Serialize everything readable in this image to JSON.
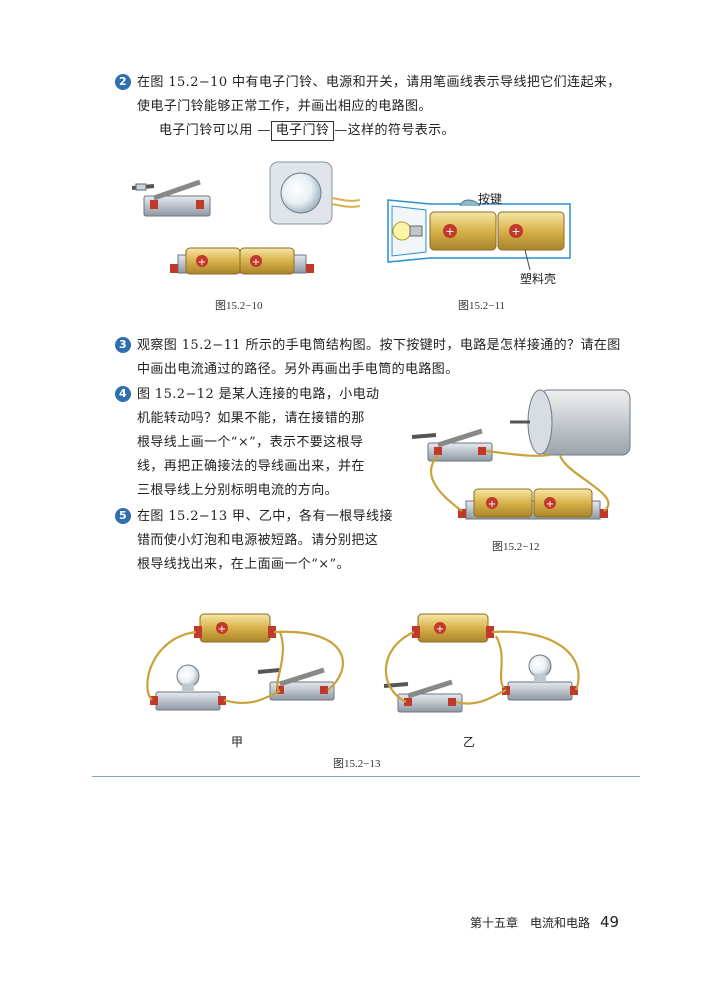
{
  "q2": {
    "number": "2",
    "line1": "在图 15.2−10 中有电子门铃、电源和开关，请用笔画线表示导线把它们连起来，",
    "line2": "使电子门铃能够正常工作，并画出相应的电路图。",
    "note_before": "电子门铃可以用 —",
    "symbol_label": "电子门铃",
    "note_after": "—这样的符号表示。"
  },
  "fig_15_2_10": {
    "caption": "图15.2−10",
    "battery_sign": "+"
  },
  "fig_15_2_11": {
    "caption": "图15.2−11",
    "button_label": "按键",
    "shell_label": "塑料壳",
    "battery_sign": "+"
  },
  "q3": {
    "number": "3",
    "line1": "观察图 15.2−11 所示的手电筒结构图。按下按键时，电路是怎样接通的？请在图",
    "line2": "中画出电流通过的路径。另外再画出手电筒的电路图。"
  },
  "q4": {
    "number": "4",
    "lines": [
      "图 15.2−12 是某人连接的电路，小电动",
      "机能转动吗？如果不能，请在接错的那",
      "根导线上画一个“×”，表示不要这根导",
      "线，再把正确接法的导线画出来，并在",
      "三根导线上分别标明电流的方向。"
    ]
  },
  "q5": {
    "number": "5",
    "lines": [
      "在图 15.2−13 甲、乙中，各有一根导线接",
      "错而使小灯泡和电源被短路。请分别把这",
      "根导线找出来，在上面画一个“×”。"
    ]
  },
  "fig_15_2_12": {
    "caption": "图15.2−12",
    "battery_sign": "+"
  },
  "fig_15_2_13": {
    "caption": "图15.2−13",
    "label_left": "甲",
    "label_right": "乙",
    "battery_sign": "+"
  },
  "footer": {
    "chapter": "第十五章　电流和电路",
    "page": "49"
  },
  "colors": {
    "number_badge": "#2f6fb0",
    "battery_gold": "#d8b24a",
    "wire": "#c9a23a",
    "rule": "#7aa7c7",
    "shell_outline": "#2a8fd0"
  }
}
